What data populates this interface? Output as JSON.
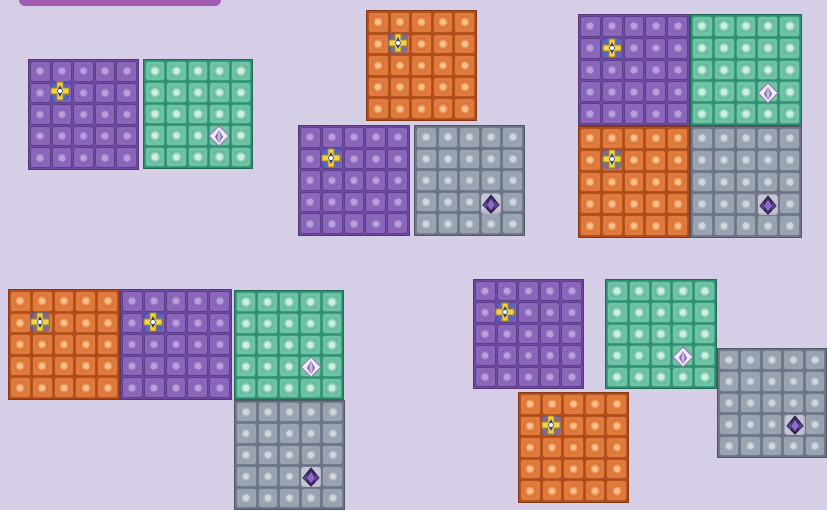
{
  "window": {
    "accent_color": "#a35bb6",
    "background_color": "#d6cde6"
  },
  "palette": {
    "purple": "#8b67bc",
    "green": "#6fc3a5",
    "orange": "#e07b3d",
    "gray": "#9aa3b1"
  },
  "tokens": {
    "player": "yellow-cross-token-icon",
    "goal": "diamond-crystal-icon",
    "enemy": "dark-crystal-icon"
  },
  "boards": [
    {
      "name": "puzzle-1",
      "panels": [
        "purple",
        "green"
      ],
      "pieces": [
        "player",
        "goal"
      ]
    },
    {
      "name": "puzzle-2",
      "panels": [
        "orange",
        "purple",
        "gray"
      ],
      "pieces": [
        "player",
        "player",
        "enemy"
      ]
    },
    {
      "name": "puzzle-3",
      "panels": [
        "purple",
        "green",
        "orange",
        "gray"
      ],
      "pieces": [
        "player",
        "goal",
        "player",
        "enemy"
      ]
    },
    {
      "name": "puzzle-4",
      "panels": [
        "orange",
        "purple",
        "green",
        "gray"
      ],
      "pieces": [
        "player",
        "player",
        "goal",
        "enemy"
      ]
    },
    {
      "name": "puzzle-5",
      "panels": [
        "purple",
        "green",
        "orange",
        "gray"
      ],
      "pieces": [
        "player",
        "goal",
        "player",
        "enemy"
      ]
    }
  ]
}
